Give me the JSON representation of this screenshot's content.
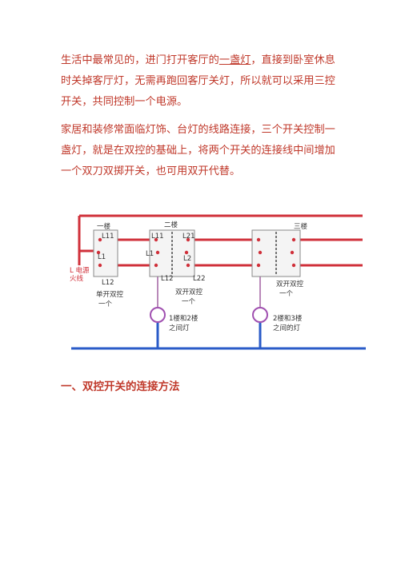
{
  "para1": {
    "before": "生活中最常见的，进门打开客厅的",
    "link": "一盏灯",
    "after": "，直接到卧室休息时关掉客厅灯，无需再跑回客厅关灯，所以就可以采用三控开关，共同控制一个电源。"
  },
  "para2": "家居和装修常面临灯饰、台灯的线路连接，三个开关控制一盏灯，就是在双控的基础上，将两个开关的连接线中间增加一个双刀双掷开关，也可用双开代替。",
  "diagram": {
    "labels": {
      "floor1": "一楼",
      "floor2": "二楼",
      "floor3": "三楼",
      "l11": "L11",
      "l1_a": "L1",
      "l12_a": "L12",
      "l11_b": "L11",
      "l1_b": "L1",
      "l21": "L21",
      "l2": "L2",
      "l12_b": "L12",
      "l22": "L22",
      "source_line1": "L 电源",
      "source_line2": "火线",
      "sw1_line1": "单开双控",
      "sw1_line2": "一个",
      "sw2_line1": "双开双控",
      "sw2_line2": "一个",
      "sw3_line1": "双开双控",
      "sw3_line2": "一个",
      "lamp1_line1": "1楼和2楼",
      "lamp1_line2": "之间灯",
      "lamp2_line1": "2楼和3楼",
      "lamp2_line2": "之间的灯"
    },
    "colors": {
      "live": "#d0303a",
      "neutral": "#2a5bc8",
      "lamp": "#a050b0",
      "text": "#333333"
    }
  },
  "heading": "一、双控开关的连接方法"
}
